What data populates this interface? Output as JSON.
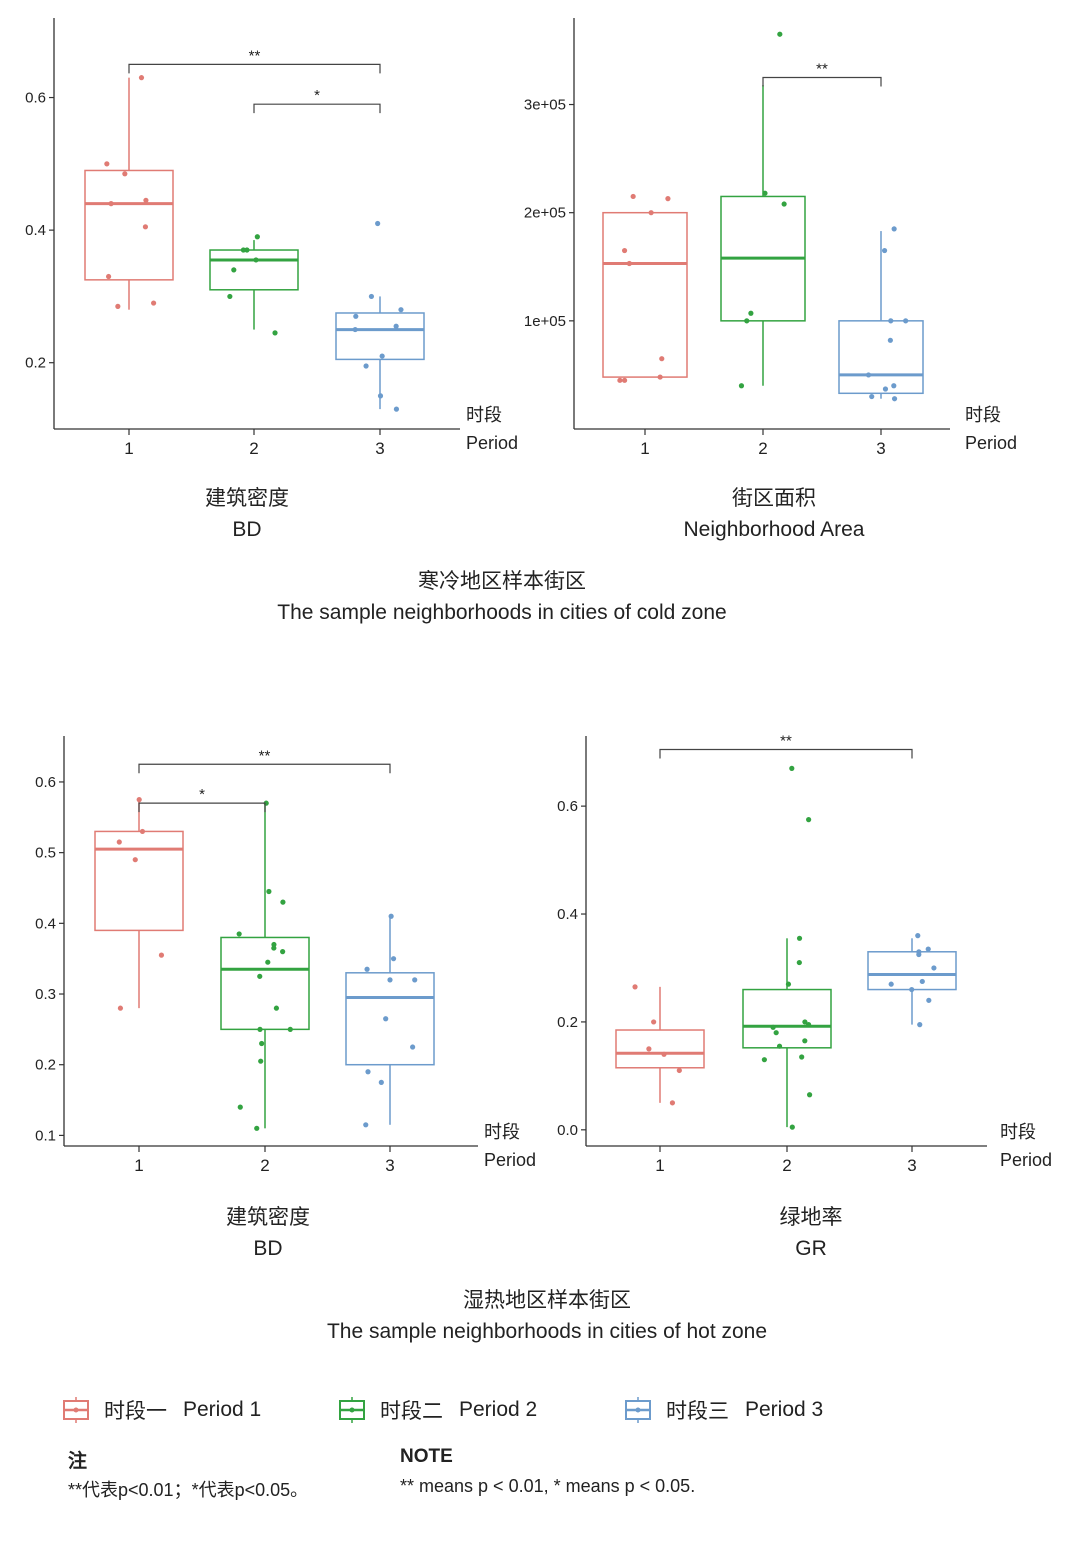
{
  "colors": {
    "period1": "#E07B74",
    "period2": "#33A341",
    "period3": "#6C9BCC",
    "axis": "#333333"
  },
  "sections": [
    {
      "title_zh": "寒冷地区样本街区",
      "title_en": "The sample neighborhoods in cities of cold zone"
    },
    {
      "title_zh": "湿热地区样本街区",
      "title_en": "The sample neighborhoods in cities of hot zone"
    }
  ],
  "legend": [
    {
      "zh": "时段一",
      "en": "Period 1"
    },
    {
      "zh": "时段二",
      "en": "Period 2"
    },
    {
      "zh": "时段三",
      "en": "Period 3"
    }
  ],
  "note": {
    "zh_title": "注",
    "zh_text": "**代表p<0.01；*代表p<0.05。",
    "en_title": "NOTE",
    "en_text": "** means p < 0.01, * means p < 0.05."
  },
  "chart_data": [
    {
      "type": "boxplot",
      "xlabel_zh": "建筑密度",
      "xlabel_en": "BD",
      "axis_title_zh": "时段",
      "axis_title_en": "Period",
      "categories": [
        "1",
        "2",
        "3"
      ],
      "ylim": [
        0.1,
        0.72
      ],
      "yticks": [
        0.2,
        0.4,
        0.6
      ],
      "ytick_labels": [
        "0.2",
        "0.4",
        "0.6"
      ],
      "boxes": [
        {
          "q1": 0.325,
          "median": 0.44,
          "q3": 0.49,
          "lower": 0.28,
          "upper": 0.63,
          "points": [
            0.63,
            0.5,
            0.485,
            0.445,
            0.44,
            0.405,
            0.33,
            0.29,
            0.285
          ]
        },
        {
          "q1": 0.31,
          "median": 0.355,
          "q3": 0.37,
          "lower": 0.25,
          "upper": 0.385,
          "points": [
            0.39,
            0.37,
            0.37,
            0.355,
            0.34,
            0.3,
            0.245
          ]
        },
        {
          "q1": 0.205,
          "median": 0.25,
          "q3": 0.275,
          "lower": 0.13,
          "upper": 0.3,
          "points": [
            0.41,
            0.3,
            0.28,
            0.27,
            0.255,
            0.25,
            0.21,
            0.195,
            0.15,
            0.13
          ]
        }
      ],
      "significance": [
        {
          "from": "1",
          "to": "3",
          "label": "**",
          "y": 0.65
        },
        {
          "from": "2",
          "to": "3",
          "label": "*",
          "y": 0.59
        }
      ]
    },
    {
      "type": "boxplot",
      "xlabel_zh": "街区面积",
      "xlabel_en": "Neighborhood Area",
      "axis_title_zh": "时段",
      "axis_title_en": "Period",
      "categories": [
        "1",
        "2",
        "3"
      ],
      "ylim": [
        0,
        380000
      ],
      "yticks": [
        100000,
        200000,
        300000
      ],
      "ytick_labels": [
        "1e+05",
        "2e+05",
        "3e+05"
      ],
      "boxes": [
        {
          "q1": 48000,
          "median": 153000,
          "q3": 200000,
          "lower": 48000,
          "upper": 200000,
          "points": [
            215000,
            213000,
            200000,
            165000,
            153000,
            65000,
            48000,
            45000,
            45000
          ]
        },
        {
          "q1": 100000,
          "median": 158000,
          "q3": 215000,
          "lower": 40000,
          "upper": 318000,
          "points": [
            365000,
            218000,
            208000,
            107000,
            100000,
            40000
          ]
        },
        {
          "q1": 33000,
          "median": 50000,
          "q3": 100000,
          "lower": 28000,
          "upper": 183000,
          "points": [
            185000,
            165000,
            100000,
            100000,
            82000,
            50000,
            40000,
            37000,
            30000,
            28000
          ]
        }
      ],
      "significance": [
        {
          "from": "2",
          "to": "3",
          "label": "**",
          "y": 325000
        }
      ]
    },
    {
      "type": "boxplot",
      "xlabel_zh": "建筑密度",
      "xlabel_en": "BD",
      "axis_title_zh": "时段",
      "axis_title_en": "Period",
      "categories": [
        "1",
        "2",
        "3"
      ],
      "ylim": [
        0.085,
        0.665
      ],
      "yticks": [
        0.1,
        0.2,
        0.3,
        0.4,
        0.5,
        0.6
      ],
      "ytick_labels": [
        "0.1",
        "0.2",
        "0.3",
        "0.4",
        "0.5",
        "0.6"
      ],
      "boxes": [
        {
          "q1": 0.39,
          "median": 0.505,
          "q3": 0.53,
          "lower": 0.28,
          "upper": 0.575,
          "points": [
            0.575,
            0.53,
            0.515,
            0.49,
            0.355,
            0.28
          ]
        },
        {
          "q1": 0.25,
          "median": 0.335,
          "q3": 0.38,
          "lower": 0.11,
          "upper": 0.57,
          "points": [
            0.57,
            0.445,
            0.43,
            0.385,
            0.37,
            0.365,
            0.36,
            0.345,
            0.325,
            0.28,
            0.25,
            0.25,
            0.23,
            0.205,
            0.14,
            0.11
          ]
        },
        {
          "q1": 0.2,
          "median": 0.295,
          "q3": 0.33,
          "lower": 0.115,
          "upper": 0.41,
          "points": [
            0.41,
            0.35,
            0.335,
            0.32,
            0.32,
            0.265,
            0.225,
            0.19,
            0.175,
            0.115
          ]
        }
      ],
      "significance": [
        {
          "from": "1",
          "to": "3",
          "label": "**",
          "y": 0.625
        },
        {
          "from": "1",
          "to": "2",
          "label": "*",
          "y": 0.57
        }
      ]
    },
    {
      "type": "boxplot",
      "xlabel_zh": "绿地率",
      "xlabel_en": "GR",
      "axis_title_zh": "时段",
      "axis_title_en": "Period",
      "categories": [
        "1",
        "2",
        "3"
      ],
      "ylim": [
        -0.03,
        0.73
      ],
      "yticks": [
        0.0,
        0.2,
        0.4,
        0.6
      ],
      "ytick_labels": [
        "0.0",
        "0.2",
        "0.4",
        "0.6"
      ],
      "boxes": [
        {
          "q1": 0.115,
          "median": 0.142,
          "q3": 0.185,
          "lower": 0.05,
          "upper": 0.265,
          "points": [
            0.265,
            0.2,
            0.15,
            0.14,
            0.11,
            0.05
          ]
        },
        {
          "q1": 0.152,
          "median": 0.192,
          "q3": 0.26,
          "lower": 0.005,
          "upper": 0.355,
          "points": [
            0.67,
            0.575,
            0.355,
            0.31,
            0.27,
            0.2,
            0.195,
            0.19,
            0.18,
            0.165,
            0.155,
            0.135,
            0.13,
            0.065,
            0.005
          ]
        },
        {
          "q1": 0.26,
          "median": 0.288,
          "q3": 0.33,
          "lower": 0.195,
          "upper": 0.355,
          "points": [
            0.36,
            0.335,
            0.33,
            0.325,
            0.3,
            0.275,
            0.27,
            0.26,
            0.24,
            0.195
          ]
        }
      ],
      "significance": [
        {
          "from": "1",
          "to": "3",
          "label": "**",
          "y": 0.705
        }
      ]
    }
  ]
}
